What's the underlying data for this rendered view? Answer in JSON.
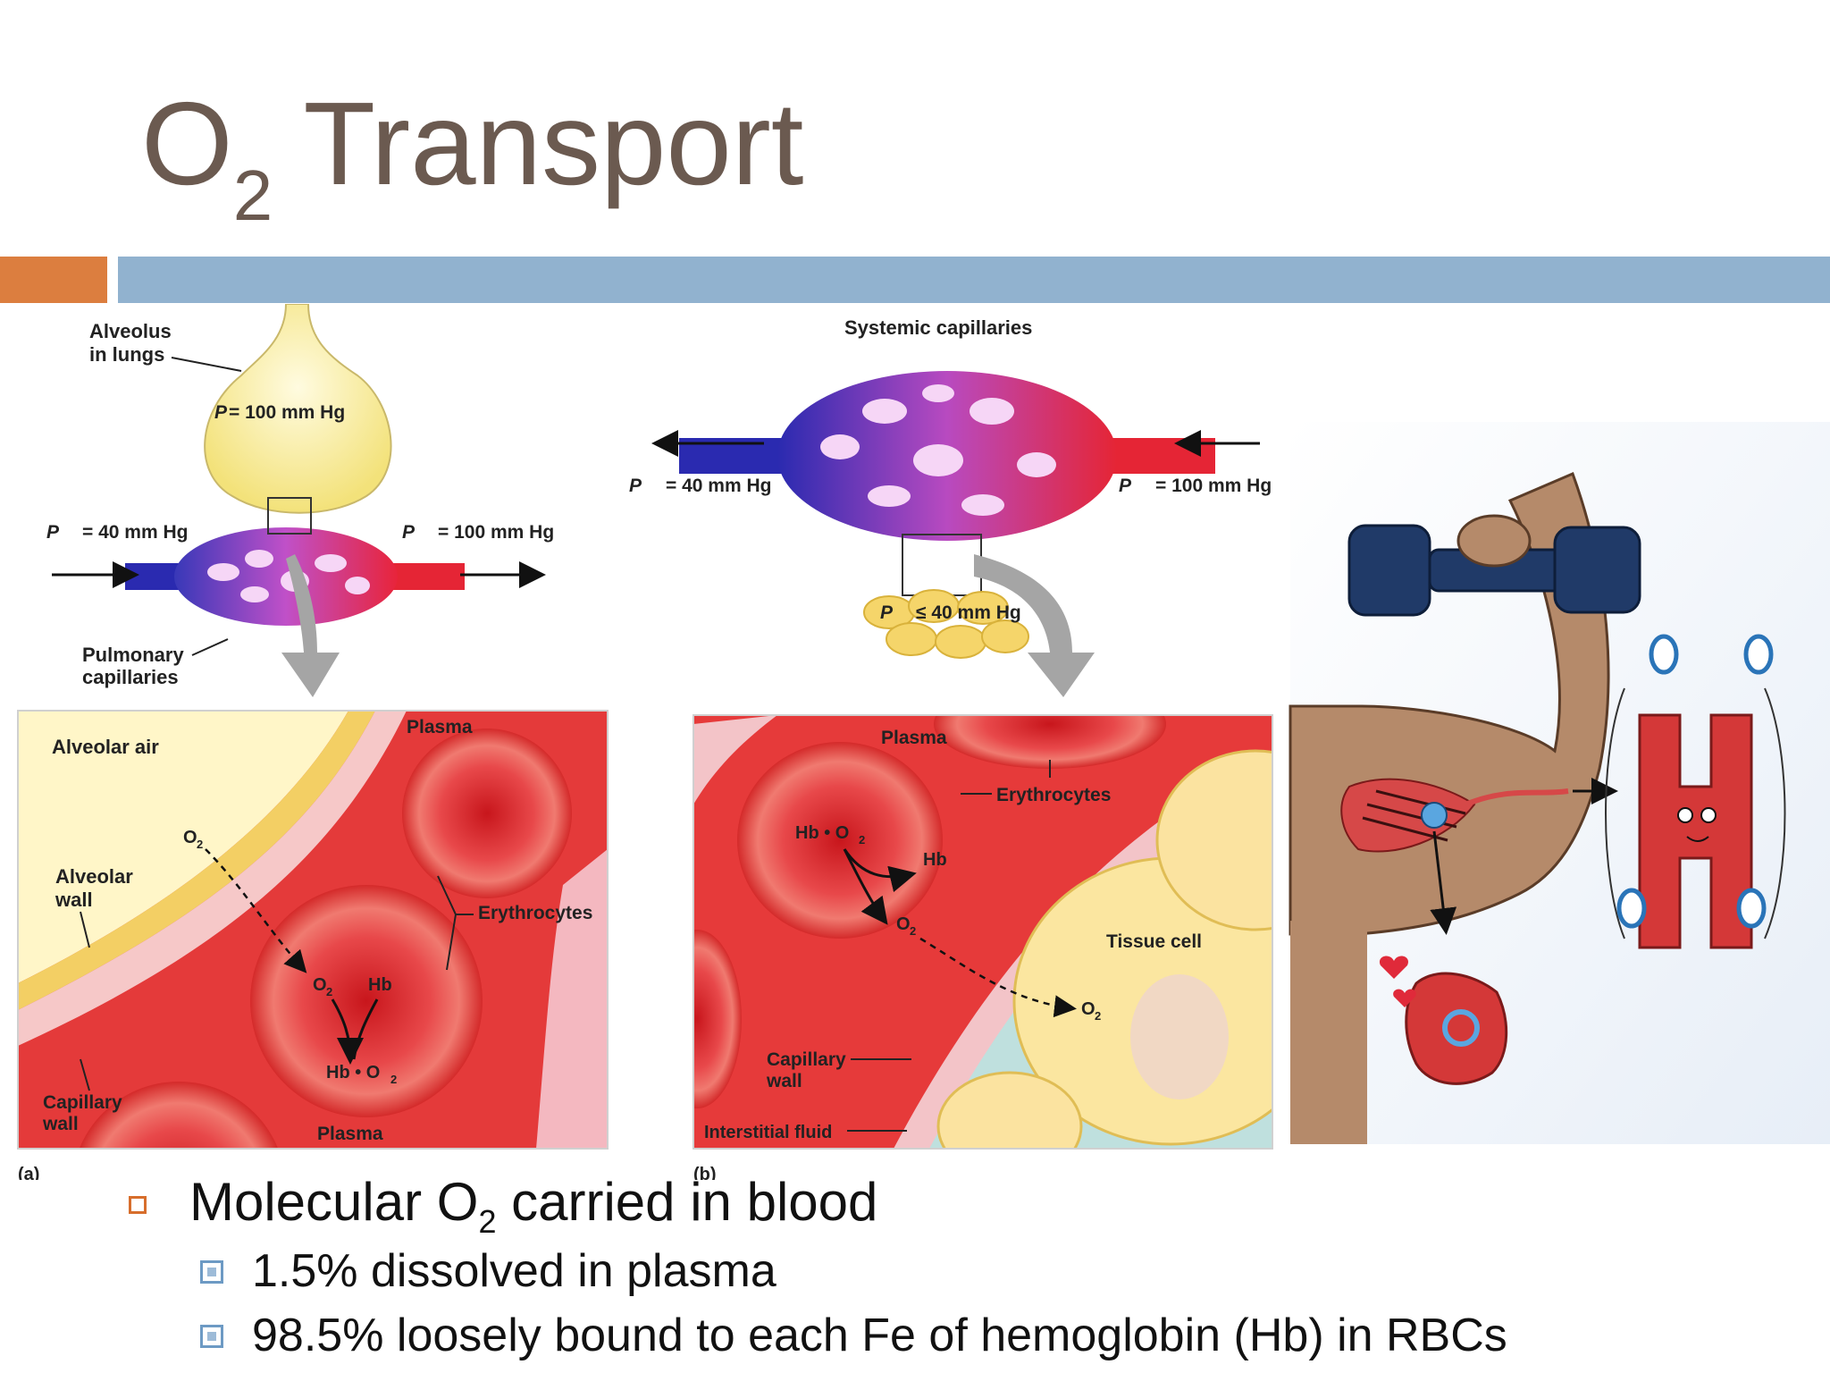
{
  "slide": {
    "title_main": "O",
    "title_sub": "2",
    "title_rest": " Transport"
  },
  "figure": {
    "alveolus": "Alveolus",
    "in_lungs": "in lungs",
    "po2_100": "P",
    "po2_val_100": "= 100 mm Hg",
    "po2_val_40": "= 40 mm Hg",
    "po2_val_le40": "≤ 40 mm Hg",
    "pulmonary": "Pulmonary",
    "capillaries": "capillaries",
    "systemic_capillaries": "Systemic capillaries",
    "alveolar_air": "Alveolar air",
    "alveolar": "Alveolar",
    "wall": "wall",
    "capillary": "Capillary",
    "plasma": "Plasma",
    "erythrocytes": "Erythrocytes",
    "o2": "O",
    "hb": "Hb",
    "hb_o2": "Hb • O",
    "tissue_cell": "Tissue cell",
    "interstitial_fluid": "Interstitial fluid",
    "panel_a": "(a)",
    "panel_b": "(b)"
  },
  "bullets": {
    "main_pre": "Molecular O",
    "main_sub": "2",
    "main_post": " carried in blood",
    "sub1": "1.5% dissolved in plasma",
    "sub2": "98.5% loosely bound to each Fe of hemoglobin (Hb) in RBCs"
  },
  "colors": {
    "title": "#6b5a50",
    "accent_orange": "#dc7e3f",
    "accent_blue": "#91b2cf"
  }
}
